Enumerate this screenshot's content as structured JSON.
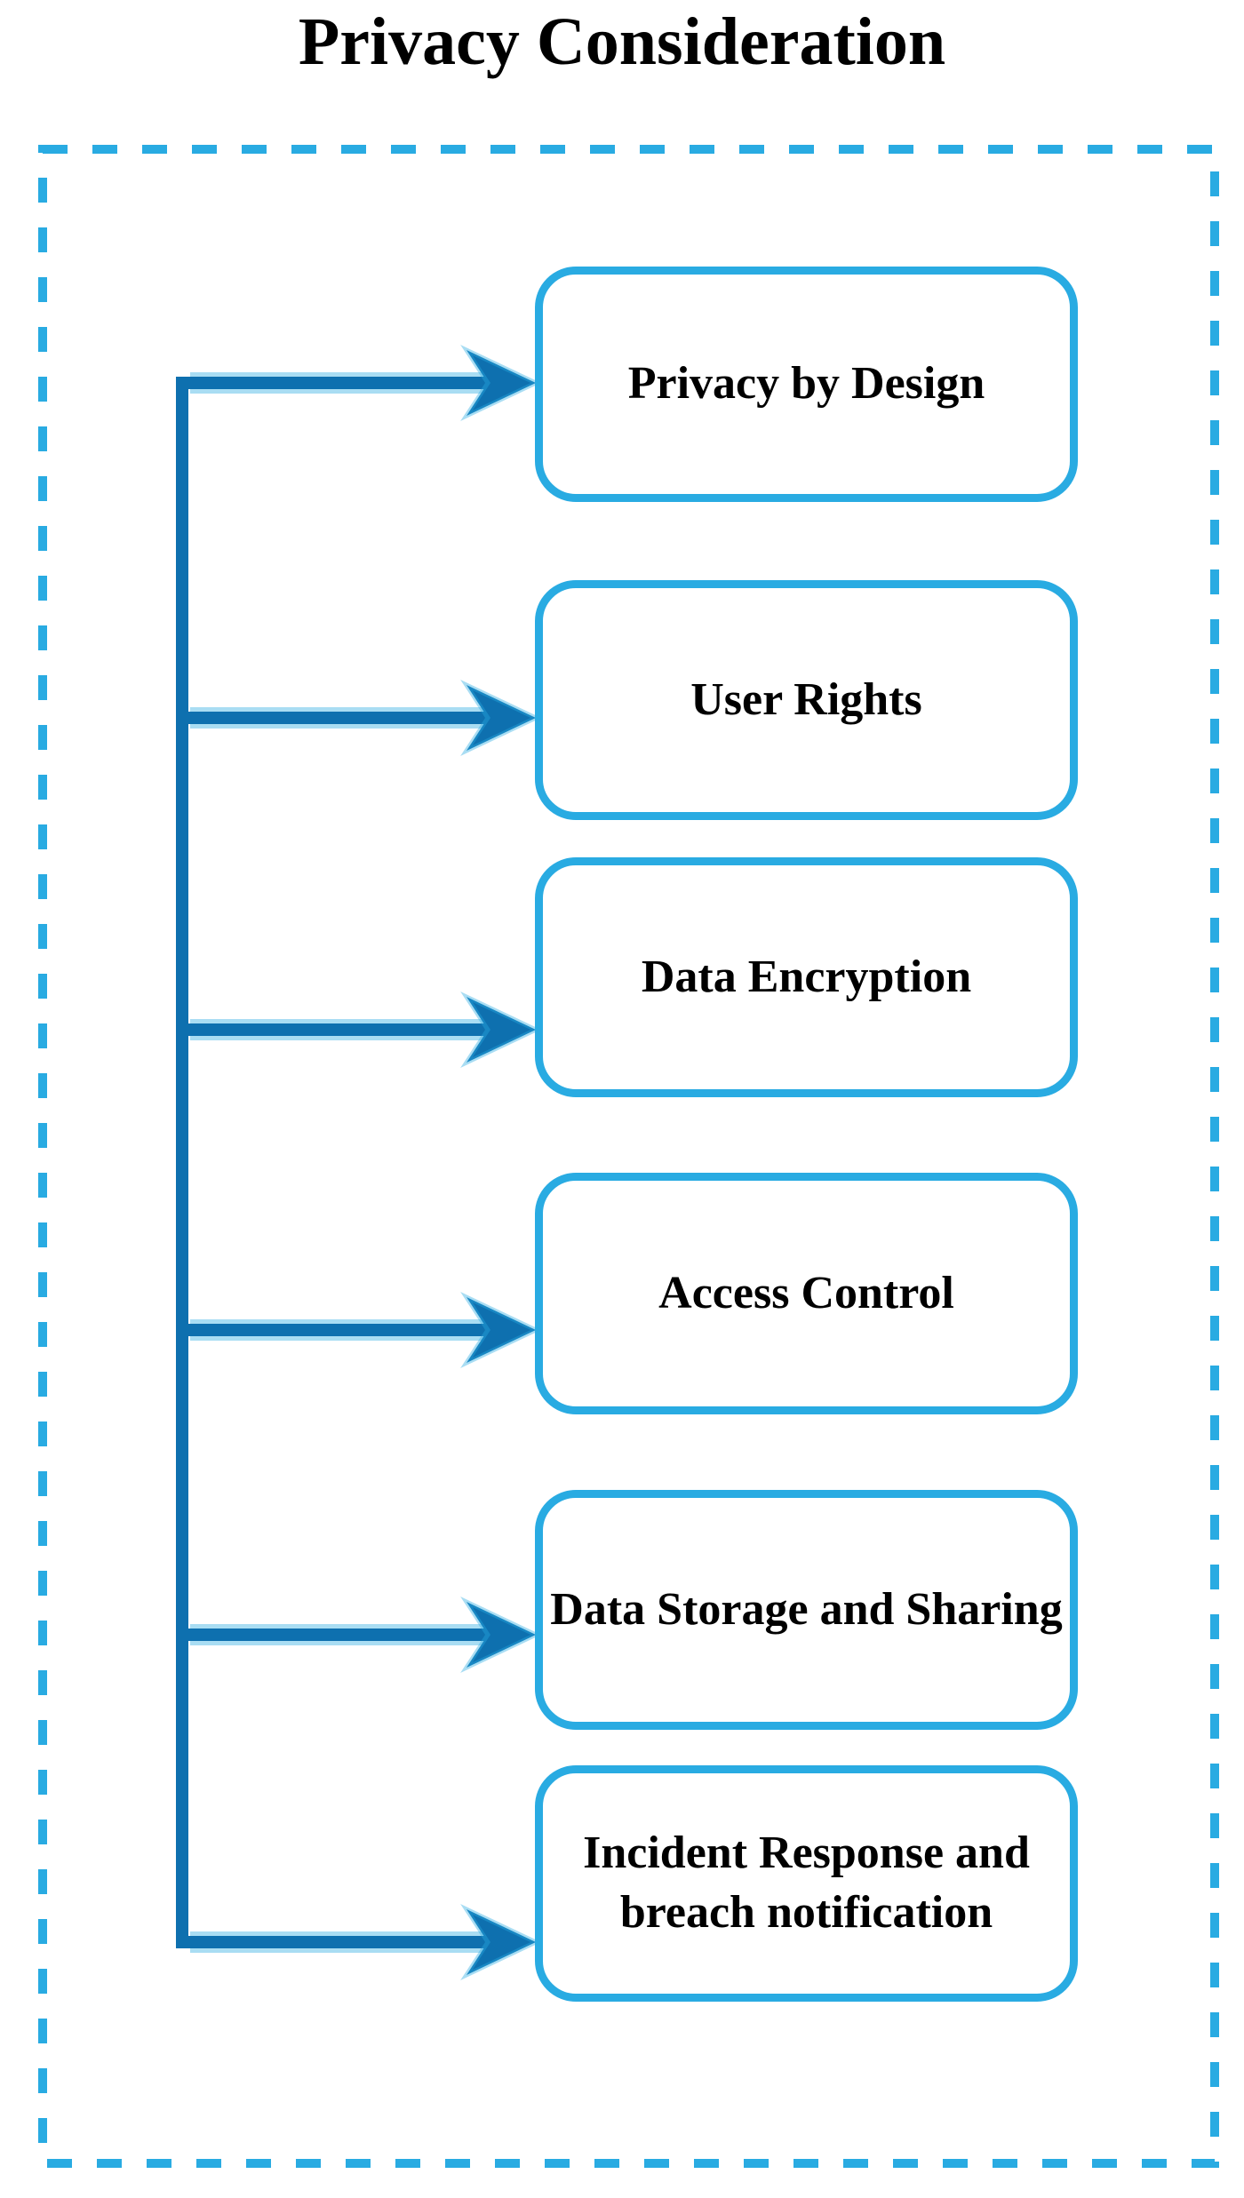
{
  "title": "Privacy Consideration",
  "diagram": {
    "type": "flowchart",
    "description": "Central trunk connector on the left branching with arrows into six rounded nodes",
    "nodes": [
      {
        "label": "Privacy by Design"
      },
      {
        "label": "User Rights"
      },
      {
        "label": "Data Encryption"
      },
      {
        "label": "Access Control"
      },
      {
        "label": "Data Storage and Sharing"
      },
      {
        "label": "Incident Response and breach notification"
      }
    ]
  },
  "colors": {
    "accent": "#29ABE2",
    "connector": "#0E70AF",
    "connector_halo": "rgba(41,171,226,0.40)",
    "text": "#000000",
    "background": "#FFFFFF"
  }
}
